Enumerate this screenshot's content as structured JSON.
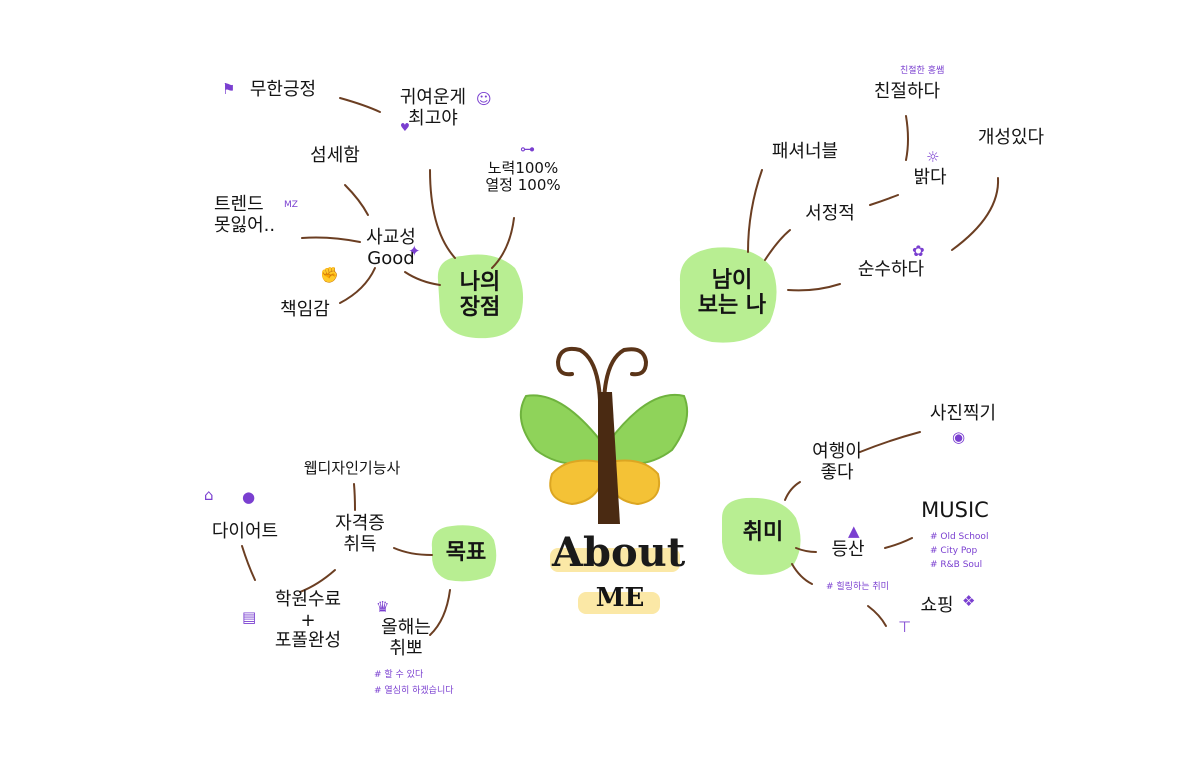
{
  "center": {
    "title": "About",
    "subtitle": "ME"
  },
  "colors": {
    "hub_fill": "#b8ee92",
    "branch_line": "#6b3e22",
    "accent_purple": "#7a3fd0",
    "wing_green": "#8fd35a",
    "wing_yellow": "#f4c236",
    "title_highlight": "#fbe8a6"
  },
  "strengths": {
    "hub": [
      "나의",
      "장점"
    ],
    "cute": [
      "귀여운게",
      "최고야"
    ],
    "positive": "무한긍정",
    "delicate": "섬세함",
    "trend": [
      "트렌드",
      "못잃어.."
    ],
    "trend_tag": "MZ",
    "sociable": [
      "사교성",
      "Good"
    ],
    "responsible": "책임감",
    "effort": [
      "노력100%",
      "열정 100%"
    ]
  },
  "others_view": {
    "hub": [
      "남이",
      "보는 나"
    ],
    "kind": "친절하다",
    "kind_note": "친절한 홍쌤",
    "fashion": "패셔너블",
    "bright": "밝다",
    "unique": "개성있다",
    "affectionate": "서정적",
    "pure": "순수하다"
  },
  "goals": {
    "hub": "목표",
    "certificate_title": "웹디자인기능사",
    "certificate": [
      "자격증",
      "취득"
    ],
    "diet": "다이어트",
    "academy": [
      "학원수료",
      "+",
      "포폴완성"
    ],
    "job": [
      "올해는",
      "취뽀"
    ],
    "job_notes": [
      "# 할 수 있다",
      "# 열심히 하겠습니다"
    ]
  },
  "hobbies": {
    "hub": "취미",
    "travel": [
      "여행이",
      "좋다"
    ],
    "photo": "사진찍기",
    "hiking": "등산",
    "hiking_note": "# 힐링하는 취미",
    "music_title": "MUSIC",
    "music_genres": [
      "# Old School",
      "# City Pop",
      "# R&B Soul"
    ],
    "shopping": "쇼핑"
  },
  "icons": [
    "cat-face-icon",
    "heart-icon",
    "dumbbell-icon",
    "sparkle-icon",
    "flexed-arm-icon",
    "ribbon-banner-icon",
    "sun-icon",
    "flower-icon",
    "crown-icon",
    "house-icon",
    "chick-icon",
    "book-icon",
    "camera-icon",
    "mountain-icon",
    "shirt-icon",
    "gift-icon"
  ]
}
